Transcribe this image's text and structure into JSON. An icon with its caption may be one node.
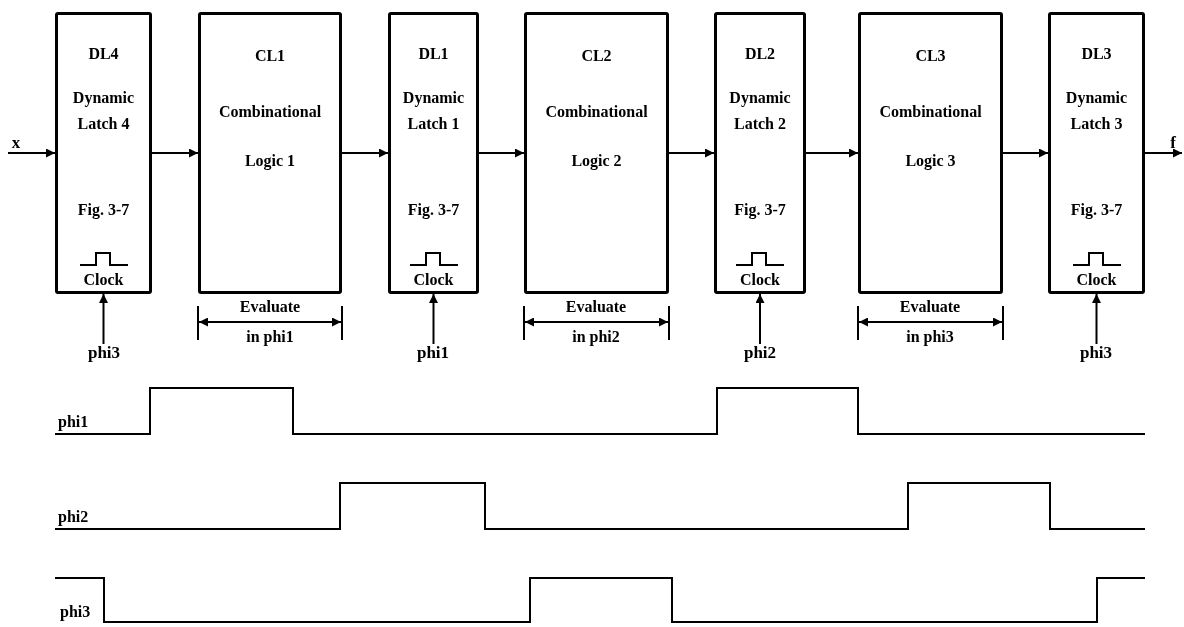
{
  "diagram": {
    "nodes": [
      {
        "text": [
          "DL4",
          "Dynamic Latch 4",
          "Fig. 3-7",
          "Clock"
        ]
      },
      {
        "text": [
          "CL1",
          "Combinational",
          "Logic 1"
        ]
      },
      {
        "text": [
          "DL1",
          "Dynamic Latch 1",
          "Fig. 3-7",
          "Clock"
        ]
      },
      {
        "text": [
          "CL2",
          "Combinational",
          "Logic 2"
        ]
      },
      {
        "text": [
          "DL2",
          "Dynamic Latch 2",
          "Fig. 3-7",
          "Clock"
        ]
      },
      {
        "text": [
          "CL3",
          "Combinational",
          "Logic 3"
        ]
      },
      {
        "text": [
          "DL3",
          "Dynamic Latch 3",
          "Fig. 3-7",
          "Clock"
        ]
      },
      {
        "text": [
          "x"
        ]
      },
      {
        "text": [
          "f"
        ]
      },
      {
        "text": [
          "phi3"
        ]
      },
      {
        "text": [
          "phi1"
        ]
      },
      {
        "text": [
          "phi2"
        ]
      },
      {
        "text": [
          "phi3"
        ]
      }
    ],
    "edges": [
      {
        "from": 7,
        "to": 0,
        "arrow": "to"
      },
      {
        "from": 0,
        "to": 1,
        "arrow": "to"
      },
      {
        "from": 1,
        "to": 2,
        "arrow": "to"
      },
      {
        "from": 2,
        "to": 3,
        "arrow": "to"
      },
      {
        "from": 3,
        "to": 4,
        "arrow": "to"
      },
      {
        "from": 4,
        "to": 5,
        "arrow": "to"
      },
      {
        "from": 5,
        "to": 6,
        "arrow": "to"
      },
      {
        "from": 6,
        "to": 8,
        "arrow": "to"
      },
      {
        "from": 9,
        "to": 0,
        "arrow": "to"
      },
      {
        "from": 10,
        "to": 2,
        "arrow": "to"
      },
      {
        "from": 11,
        "to": 4,
        "arrow": "to"
      },
      {
        "from": 12,
        "to": 6,
        "arrow": "to"
      }
    ],
    "labels": [
      "Evaluate",
      "in phi1",
      "Evaluate",
      "in phi2",
      "Evaluate",
      "in phi3",
      "phi1",
      "phi2",
      "phi3"
    ]
  }
}
